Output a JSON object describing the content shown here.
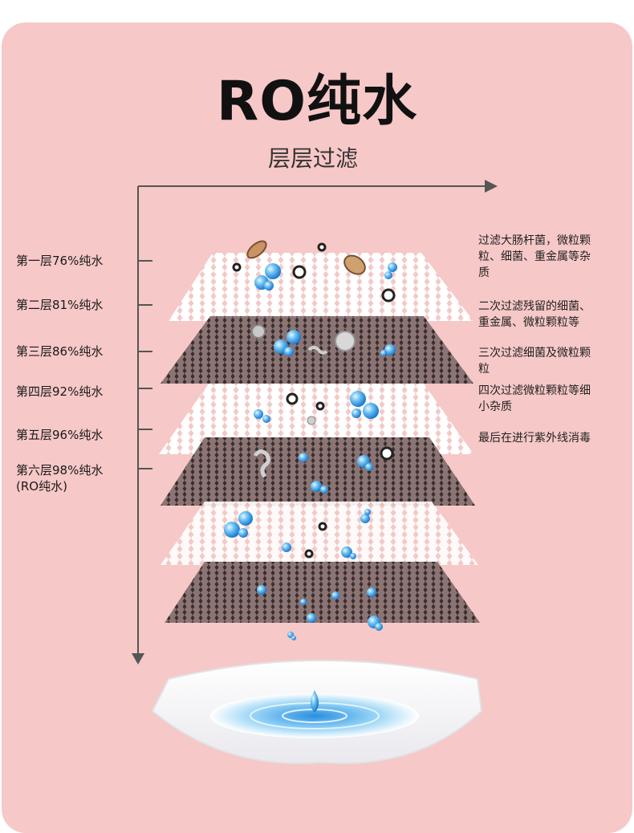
{
  "title": "RO纯水",
  "subtitle": "层层过滤",
  "layers": [
    {
      "label": "第一层76%纯水",
      "label2": ""
    },
    {
      "label": "第二层81%纯水",
      "label2": ""
    },
    {
      "label": "第三层86%纯水",
      "label2": ""
    },
    {
      "label": "第四层92%纯水",
      "label2": ""
    },
    {
      "label": "第五层96%纯水",
      "label2": ""
    },
    {
      "label": "第六层98%纯水",
      "label2": "(RO纯水)"
    }
  ],
  "descriptions": [
    {
      "line1": "过滤大肠杆菌，微粒颗",
      "line2": "粒、细菌、重金属等杂",
      "line3": "质"
    },
    {
      "line1": "二次过滤残留的细菌、",
      "line2": "重金属、微粒颗粒等",
      "line3": ""
    },
    {
      "line1": "三次过滤细菌及微粒颗",
      "line2": "粒",
      "line3": ""
    },
    {
      "line1": "四次过滤微粒颗粒等细",
      "line2": "小杂质",
      "line3": ""
    },
    {
      "line1": "最后在进行紫外线消毒",
      "line2": "",
      "line3": ""
    }
  ],
  "colors": {
    "background": "#f6c8c7",
    "white_mesh": "#ffffff",
    "dark_mesh": "#4a3a3a",
    "water_drop": "#3a9be0"
  }
}
